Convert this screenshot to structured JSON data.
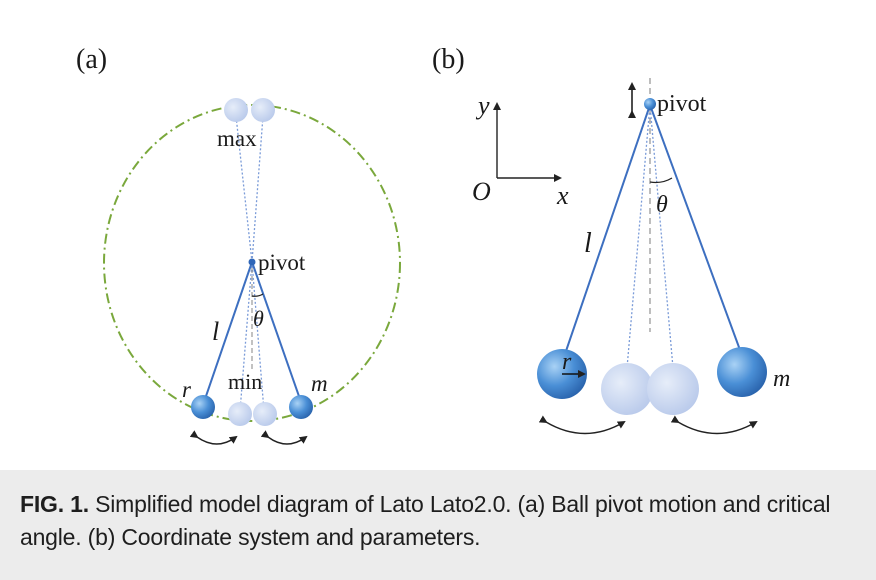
{
  "panel_a": {
    "label": "(a)",
    "max_label": "max",
    "pivot_label": "pivot",
    "theta_label": "θ",
    "length_label": "l",
    "min_label": "min",
    "radius_label": "r",
    "mass_label": "m"
  },
  "panel_b": {
    "label": "(b)",
    "y_label": "y",
    "origin_label": "O",
    "x_label": "x",
    "pivot_label": "pivot",
    "theta_label": "θ",
    "length_label": "l",
    "radius_label": "r",
    "mass_label": "m"
  },
  "caption": {
    "lead": "FIG. 1.",
    "text": " Simplified model diagram of Lato Lato2.0. (a) Ball pivot motion and critical angle. (b) Coordinate system and parameters."
  },
  "colors": {
    "string": "#3d6fc0",
    "ball": "#4a8fd6",
    "ball_faded": "#c4d3ee",
    "orbit": "#7aa83c",
    "caption_bg": "#ececec"
  }
}
